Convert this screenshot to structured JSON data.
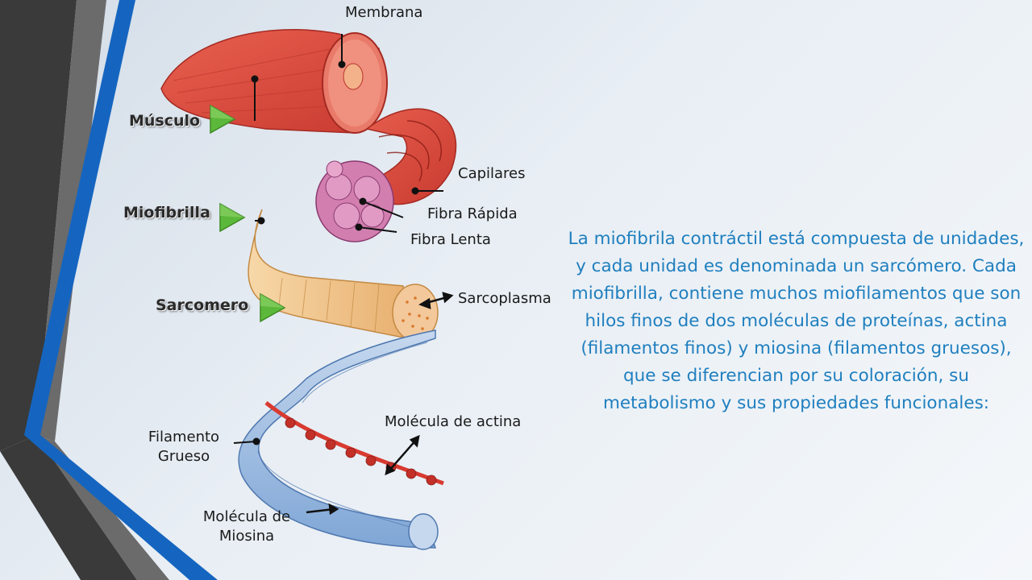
{
  "sections": {
    "musculo": "Músculo",
    "miofibrilla": "Miofibrilla",
    "sarcomero": "Sarcomero"
  },
  "labels": {
    "membrana": "Membrana",
    "capilares": "Capilares",
    "fibra_rapida": "Fibra Rápida",
    "fibra_lenta": "Fibra Lenta",
    "sarcoplasma": "Sarcoplasma",
    "molecula_actina": "Molécula de actina",
    "filamento_grueso_1": "Filamento",
    "filamento_grueso_2": "Grueso",
    "molecula_miosina_1": "Molécula de",
    "molecula_miosina_2": "Miosina"
  },
  "description": "La miofibrila contráctil está compuesta de unidades, y cada unidad es denominada un sarcómero. Cada miofibrilla, contiene muchos miofilamentos que son hilos finos de dos moléculas de proteínas, actina (filamentos finos) y miosina (filamentos gruesos), que se diferencian por su coloración, su metabolismo y sus propiedades funcionales:",
  "colors": {
    "muscle_red": "#d9443a",
    "myofibril_tan": "#f0c48a",
    "filament_blue": "#7fa6d6",
    "text_blue": "#1f7fbf",
    "play_green": "#5cb83a",
    "band_blue": "#1565c0",
    "band_gray": "#444444"
  }
}
